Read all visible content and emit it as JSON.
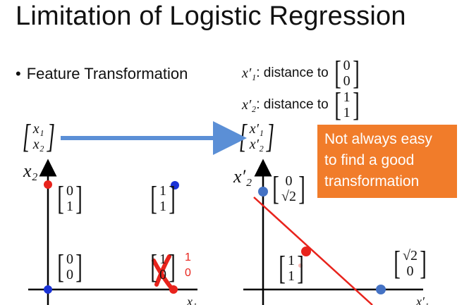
{
  "slide": {
    "title": "Limitation of Logistic Regression",
    "bullet": "Feature Transformation",
    "notes": [
      {
        "var": "x′₁",
        "text": ": distance to",
        "vec": [
          "0",
          "0"
        ]
      },
      {
        "var": "x′₂",
        "text": ": distance to",
        "vec": [
          "1",
          "1"
        ]
      }
    ],
    "input_vec": [
      "x₁",
      "x₂"
    ],
    "output_vec": [
      "x′₁",
      "x′₂"
    ],
    "callout": [
      "Not always easy",
      "to find a good",
      "transformation"
    ],
    "left_plot": {
      "y_axis_label": "x₂",
      "x_axis_label": "x₁",
      "points": [
        {
          "label": [
            "0",
            "1"
          ],
          "color": "#e8231c"
        },
        {
          "label": [
            "1",
            "1"
          ],
          "color": "#1a32d6"
        },
        {
          "label": [
            "0",
            "0"
          ],
          "color": "#1a32d6"
        },
        {
          "label": [
            "1",
            "0"
          ],
          "color": "#e8231c"
        }
      ],
      "annotation": [
        "1",
        "0"
      ]
    },
    "right_plot": {
      "y_axis_label": "x′₂",
      "x_axis_label": "x′₁",
      "points": [
        {
          "label": [
            "0",
            "√2"
          ],
          "color": "#4472c4"
        },
        {
          "label": [
            "1",
            "1"
          ],
          "color": "#e8231c"
        },
        {
          "label": [
            "√2",
            "0"
          ],
          "color": "#4472c4"
        }
      ]
    },
    "colors": {
      "arrow": "#5b8fd6",
      "red": "#e8231c",
      "blue": "#1a32d6",
      "steel": "#4472c4",
      "callout": "#f17c2a"
    }
  }
}
